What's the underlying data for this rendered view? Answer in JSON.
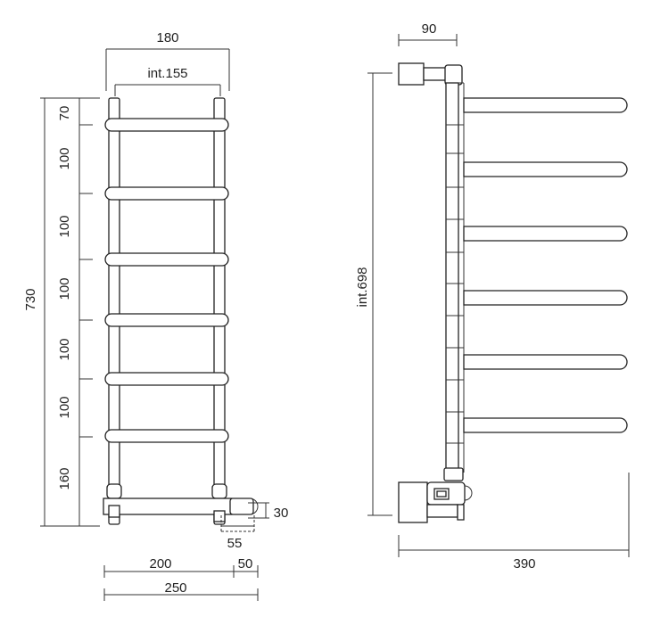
{
  "front_view": {
    "width_top": "180",
    "width_internal": "int.155",
    "height_total": "730",
    "spacings": [
      "70",
      "100",
      "100",
      "100",
      "100",
      "100",
      "160"
    ],
    "pipe_height": "30",
    "pipe_offset": "55",
    "base_width": "200",
    "base_extension": "50",
    "total_width": "250"
  },
  "side_view": {
    "top_offset": "90",
    "height_internal": "int.698",
    "depth": "390"
  },
  "colors": {
    "line": "#333333",
    "background": "#ffffff"
  }
}
